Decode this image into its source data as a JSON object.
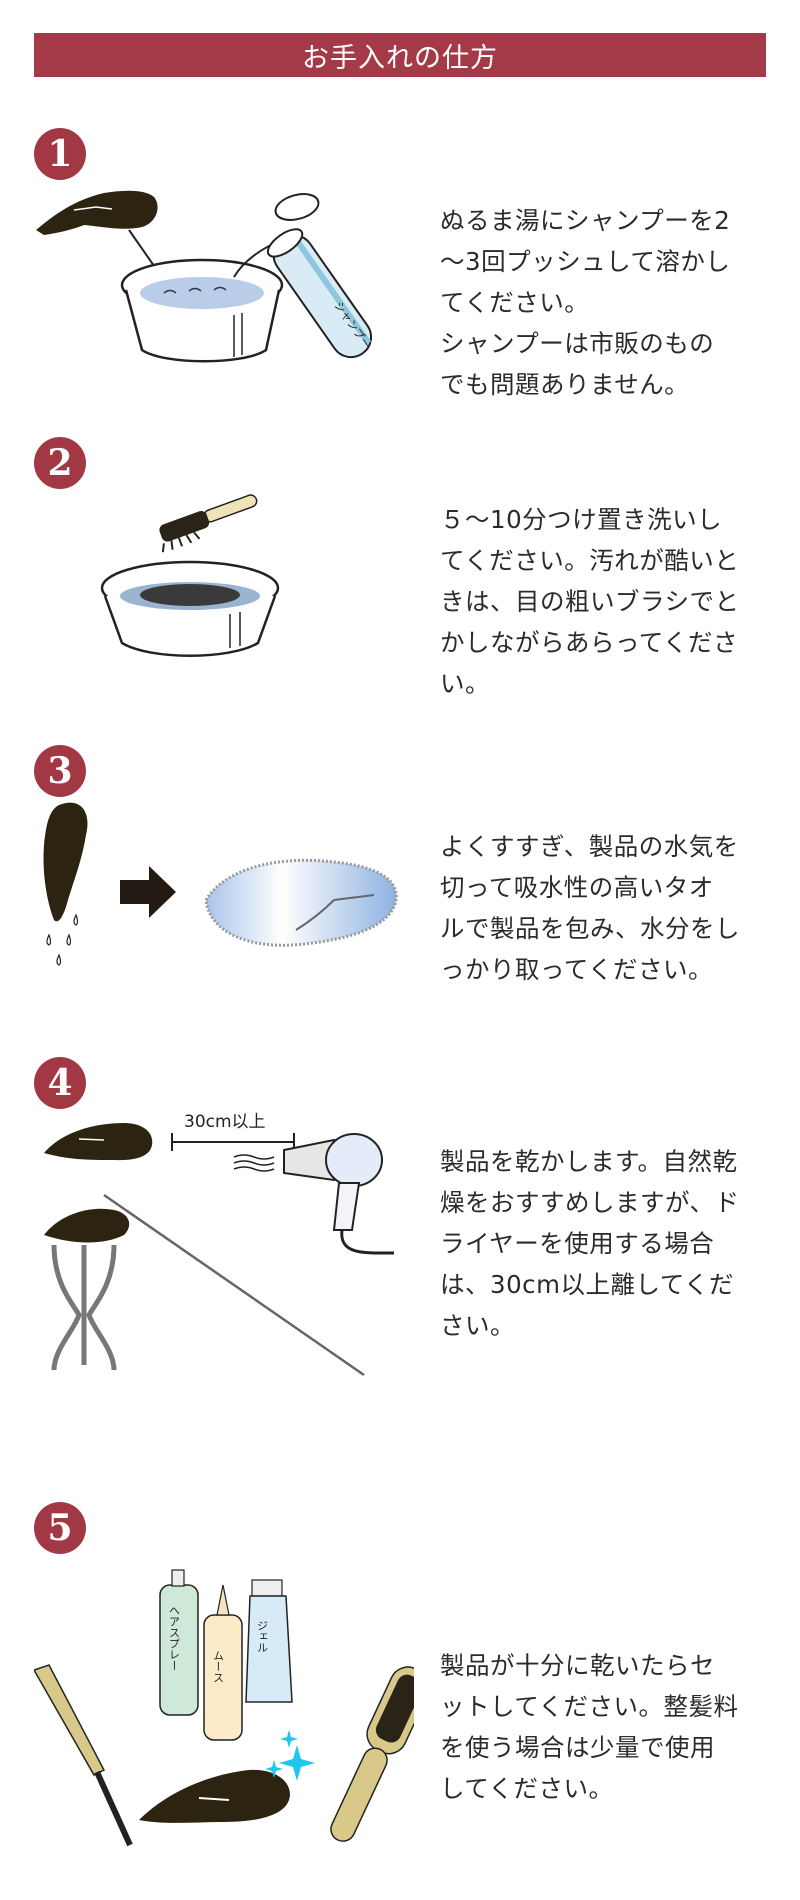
{
  "header": {
    "title": "お手入れの仕方",
    "background_color": "#a43a48"
  },
  "steps": [
    {
      "number": "1",
      "text_lines": [
        "ぬるま湯にシャンプーを2",
        "～3回プッシュして溶かし",
        "てください。",
        "シャンプーは市販のもの",
        "でも問題ありません。"
      ],
      "illustration": {
        "label_bottle": "シャンプー",
        "icons": [
          "hairpiece-icon",
          "arrow-down-icon",
          "wash-basin-icon",
          "shampoo-bottle-icon"
        ]
      }
    },
    {
      "number": "2",
      "text_lines": [
        "５～10分つけ置き洗いし",
        "てください。汚れが酷いと",
        "きは、目の粗いブラシでと",
        "かしながらあらってくださ",
        "い。"
      ],
      "illustration": {
        "icons": [
          "brush-icon",
          "wash-basin-icon"
        ]
      }
    },
    {
      "number": "3",
      "text_lines": [
        "よくすすぎ、製品の水気を",
        "切って吸水性の高いタオ",
        "ルで製品を包み、水分をし",
        "っかり取ってください。"
      ],
      "illustration": {
        "icons": [
          "wet-hairpiece-icon",
          "arrow-right-icon",
          "towel-icon"
        ]
      }
    },
    {
      "number": "4",
      "text_lines": [
        "製品を乾かします。自然乾",
        "燥をおすすめしますが、ド",
        "ライヤーを使用する場合",
        "は、30cm以上離してくだ",
        "さい。"
      ],
      "illustration": {
        "distance_label": "30cm以上",
        "icons": [
          "hairpiece-icon",
          "hair-dryer-icon",
          "wig-stand-icon"
        ]
      }
    },
    {
      "number": "5",
      "text_lines": [
        "製品が十分に乾いたらセ",
        "ットしてください。整髪料",
        "を使う場合は少量で使用",
        "してください。"
      ],
      "illustration": {
        "product_labels": [
          "ヘアスプレー",
          "ムース",
          "ジェル"
        ],
        "icons": [
          "comb-icon",
          "hair-spray-icon",
          "mousse-icon",
          "gel-tube-icon",
          "hairpiece-icon",
          "sparkle-icon",
          "hairbrush-icon"
        ]
      }
    }
  ]
}
